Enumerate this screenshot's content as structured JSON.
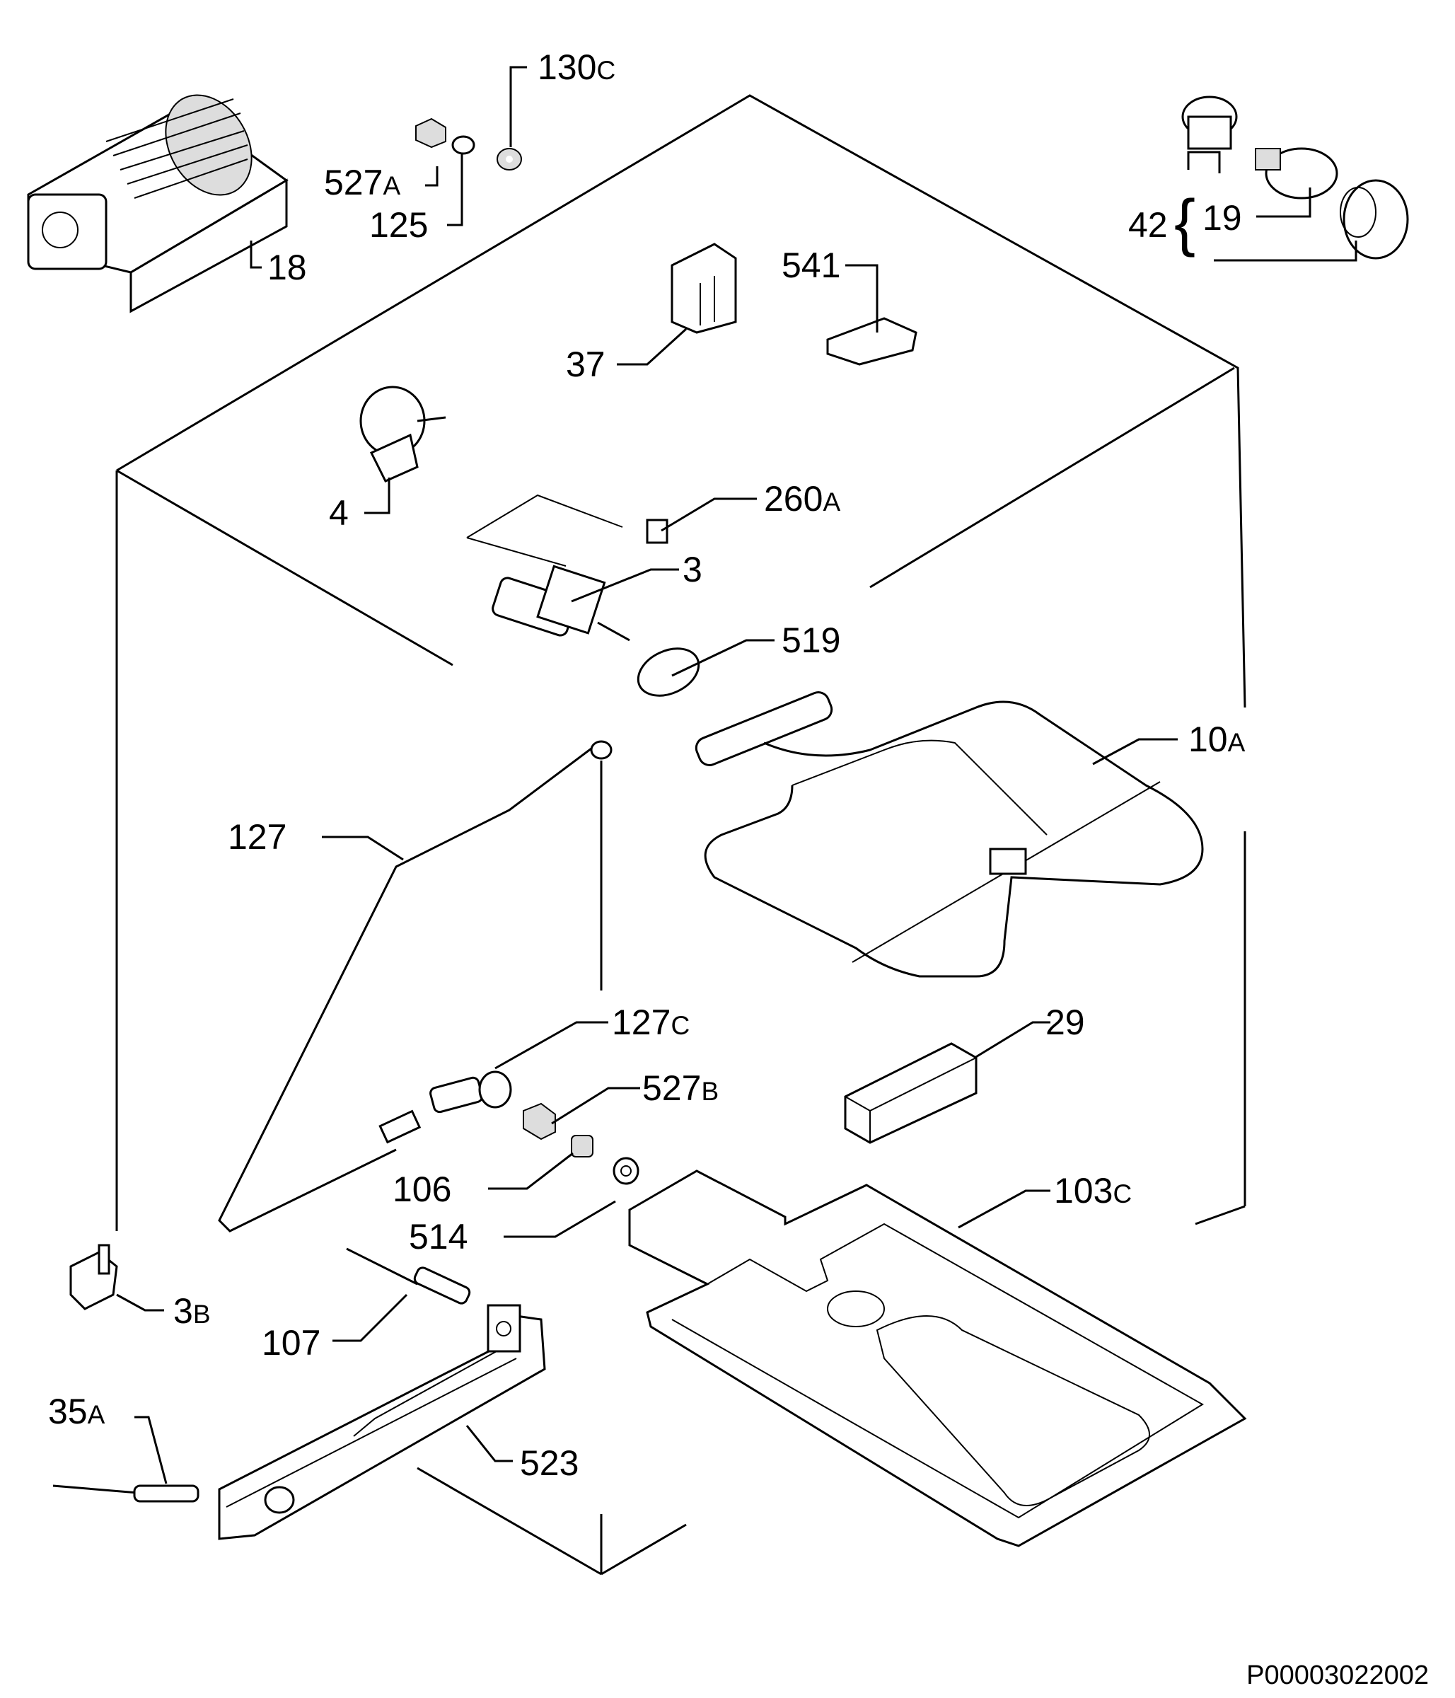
{
  "diagram": {
    "drawing_code": "P00003022002",
    "labels": {
      "p18": [
        "18",
        ""
      ],
      "p527a": [
        "527",
        "A"
      ],
      "p125": [
        "125",
        ""
      ],
      "p130c": [
        "130",
        "C"
      ],
      "p42": [
        "42",
        ""
      ],
      "p19": [
        "19",
        ""
      ],
      "p541": [
        "541",
        ""
      ],
      "p37": [
        "37",
        ""
      ],
      "p4": [
        "4",
        ""
      ],
      "p260a": [
        "260",
        "A"
      ],
      "p3": [
        "3",
        ""
      ],
      "p519": [
        "519",
        ""
      ],
      "p10a": [
        "10",
        "A"
      ],
      "p127": [
        "127",
        ""
      ],
      "p127c": [
        "127",
        "C"
      ],
      "p29": [
        "29",
        ""
      ],
      "p527b": [
        "527",
        "B"
      ],
      "p106": [
        "106",
        ""
      ],
      "p514": [
        "514",
        ""
      ],
      "p103c": [
        "103",
        "C"
      ],
      "p3b": [
        "3",
        "B"
      ],
      "p107": [
        "107",
        ""
      ],
      "p35a": [
        "35",
        "A"
      ],
      "p523": [
        "523",
        ""
      ]
    }
  }
}
